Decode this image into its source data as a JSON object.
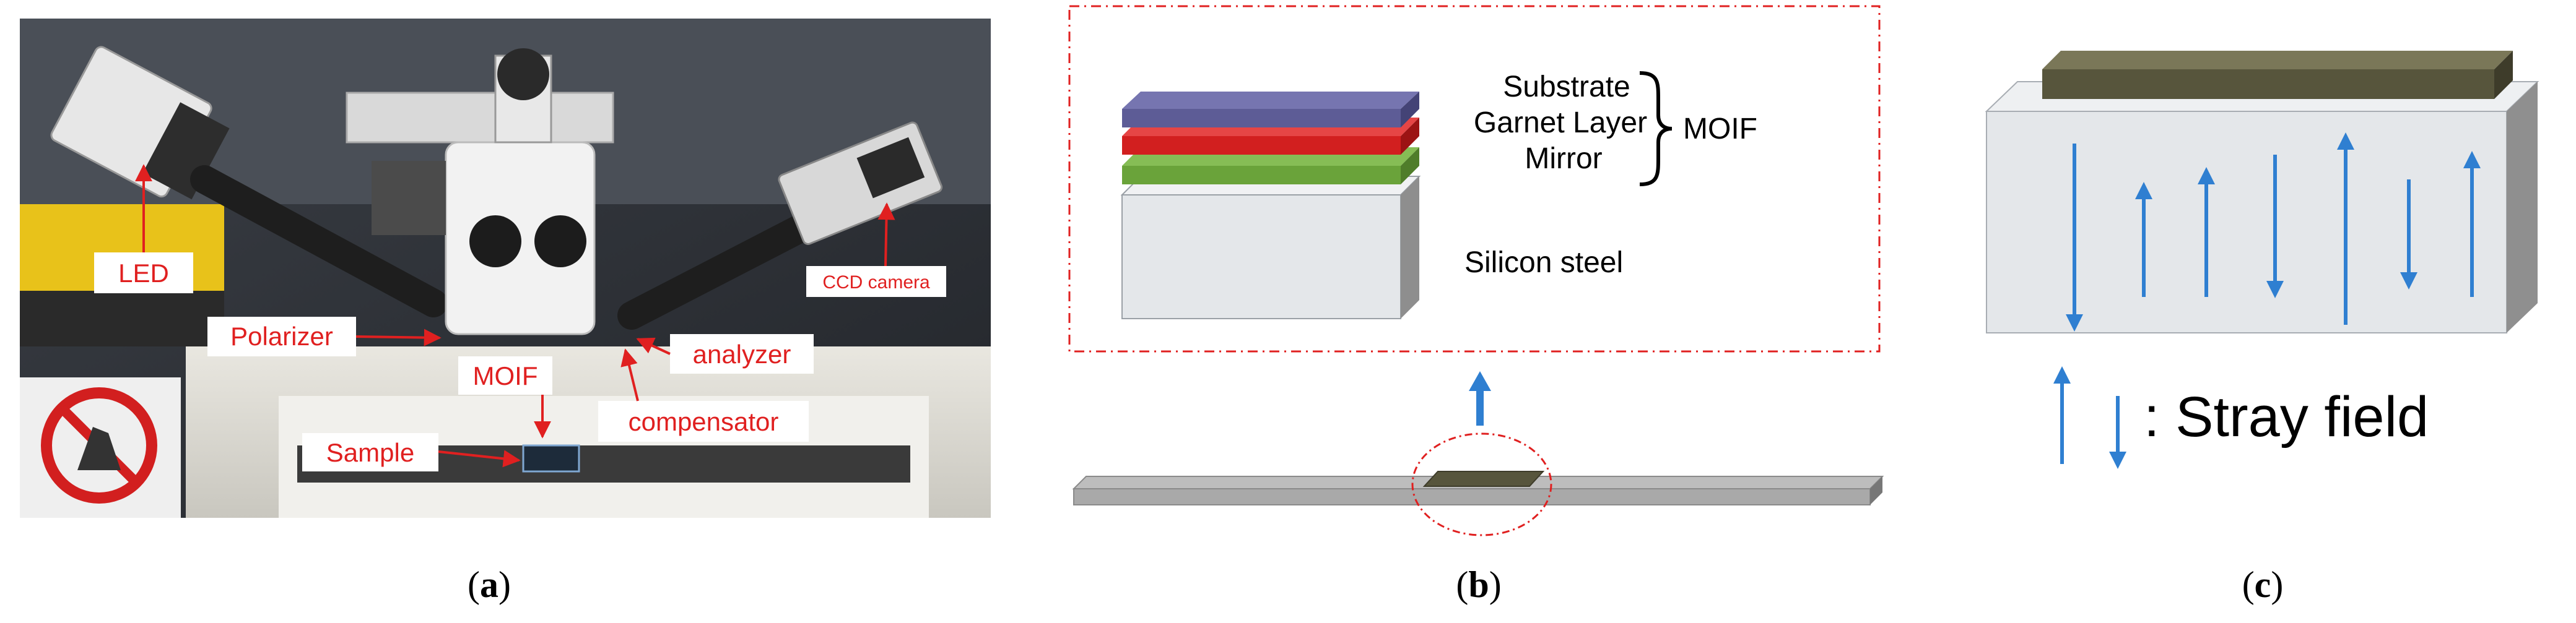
{
  "panel_a": {
    "labels": {
      "led": "LED",
      "polarizer": "Polarizer",
      "moif": "MOIF",
      "sample": "Sample",
      "compensator": "compensator",
      "analyzer": "analyzer",
      "ccd_camera": "CCD camera"
    },
    "caption_letter": "a"
  },
  "panel_b": {
    "layers": {
      "substrate": "Substrate",
      "garnet": "Garnet Layer",
      "mirror": "Mirror",
      "silicon": "Silicon steel"
    },
    "group_label": "MOIF",
    "caption_letter": "b"
  },
  "panel_c": {
    "legend_text": ": Stray field",
    "caption_letter": "c"
  },
  "colors": {
    "label_red": "#e02020",
    "arrow_blue": "#2f7fd1",
    "substrate": "#5d5c96",
    "garnet": "#d21f1f",
    "mirror": "#6aa33a",
    "steel": "#e4e7ea",
    "film": "#57553c"
  }
}
